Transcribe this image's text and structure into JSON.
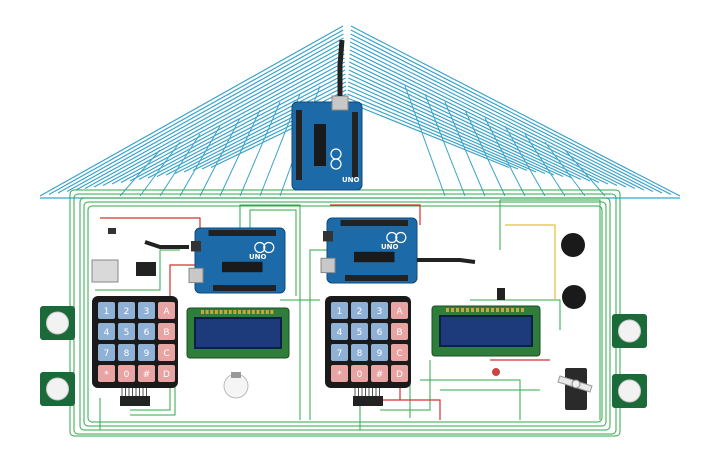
{
  "colors": {
    "roof_wire": "#3aa3c9",
    "green_wire": "#2ea84a",
    "red_wire": "#d4312c",
    "yellow_wire": "#e0c23a",
    "arduino_blue": "#1d6aa8",
    "lcd_screen": "#1d3b7a",
    "keypad_body": "#1a1a1a",
    "key_blue": "#8fb1d6",
    "key_red": "#e8a3a3",
    "pir_green": "#1b6b3a"
  },
  "arduinos": {
    "top": {
      "brand": "UNO"
    },
    "left": {
      "brand": "UNO"
    },
    "right": {
      "brand": "UNO"
    }
  },
  "keypad_keys": [
    "1",
    "2",
    "3",
    "A",
    "4",
    "5",
    "6",
    "B",
    "7",
    "8",
    "9",
    "C",
    "*",
    "0",
    "#",
    "D"
  ],
  "components": {
    "pir_count": 4,
    "lcd_count": 2,
    "keypad_count": 2,
    "buzzer_count": 2,
    "servo_count": 1,
    "bulb_count": 1
  }
}
